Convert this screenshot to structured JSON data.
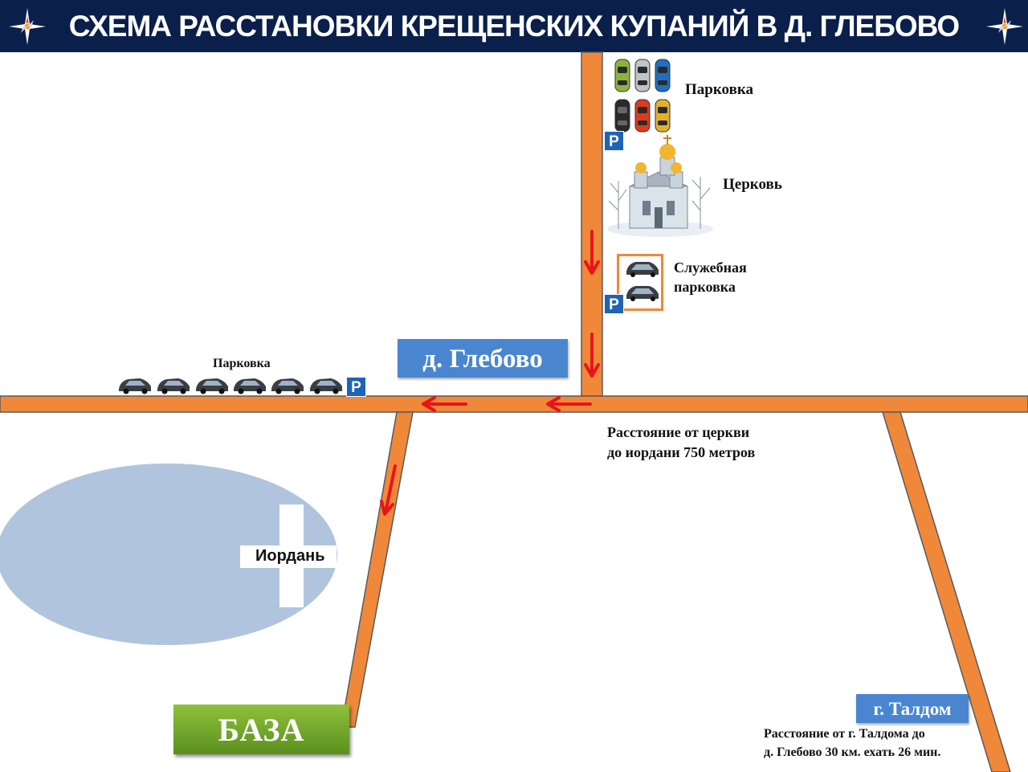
{
  "header": {
    "title": "СХЕМА РАССТАНОВКИ КРЕЩЕНСКИХ КУПАНИЙ В Д. ГЛЕБОВО"
  },
  "map": {
    "labels": {
      "parking_top": "Парковка",
      "church": "Церковь",
      "service_parking_line1": "Служебная",
      "service_parking_line2": "парковка",
      "parking_left": "Парковка",
      "village": "д. Глебово",
      "distance_church_line1": "Расстояние от церкви",
      "distance_church_line2": "до иордани 750 метров",
      "jordan": "Иордань",
      "base": "БАЗА",
      "taldom": "г. Талдом",
      "distance_taldom_line1": "Расстояние от г. Талдома до",
      "distance_taldom_line2": "д. Глебово 30 км. ехать 26 мин."
    },
    "parking_sign": "P",
    "icons": {
      "compass": "compass-rose-icon",
      "car": "car-icon",
      "church": "church-icon",
      "arrow": "direction-arrow-icon",
      "parking": "parking-sign-icon"
    },
    "colors": {
      "header_bg": "#0b1f4b",
      "road": "#f0883a",
      "road_outline": "#5a5a5a",
      "water": "#b0c4de",
      "arrow": "#e8141b",
      "label_box": "#4a86d0",
      "base_box": "#6fa52a",
      "parking_sign": "#1f63b5"
    }
  }
}
